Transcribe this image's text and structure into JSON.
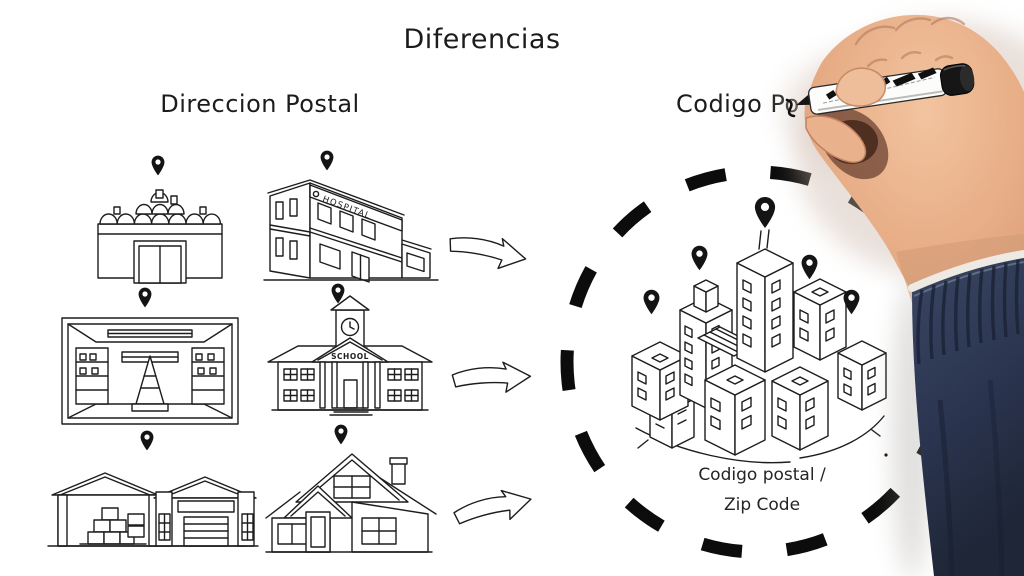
{
  "title": "Diferencias",
  "left_section": {
    "heading": "Direccion Postal",
    "buildings": [
      {
        "name": "mission-building",
        "pin": "location-pin-icon"
      },
      {
        "name": "hospital-building",
        "sign": "HOSPITAL",
        "pin": "location-pin-icon"
      },
      {
        "name": "store-interior",
        "pin": "location-pin-icon"
      },
      {
        "name": "school-building",
        "sign": "SCHOOL",
        "pin": "location-pin-icon"
      },
      {
        "name": "warehouse-building",
        "pin": "location-pin-icon"
      },
      {
        "name": "suburban-house",
        "pin": "location-pin-icon"
      }
    ]
  },
  "right_section": {
    "heading_partial": "Codigo Po",
    "caption_line1": "Codigo postal /",
    "caption_line2": "Zip Code",
    "city_pin_count": 5
  },
  "icons": {
    "location_pin": "solid black teardrop map pin with white center hole",
    "arrow_right": "hand-drawn outlined arrow pointing right",
    "dashed_circle": "bold hand-drawn dashed circle",
    "marker_pen": "white dry-erase marker with black cap and striped label",
    "hand": "hand holding marker while writing",
    "sleeve": "navy knit sleeve with light cuff trim"
  },
  "colors": {
    "ink": "#1d1d1d",
    "background": "#ffffff",
    "skin": "#e9b18c",
    "sleeve_navy": "#2b3550",
    "cuff_trim": "#eeeae3"
  }
}
